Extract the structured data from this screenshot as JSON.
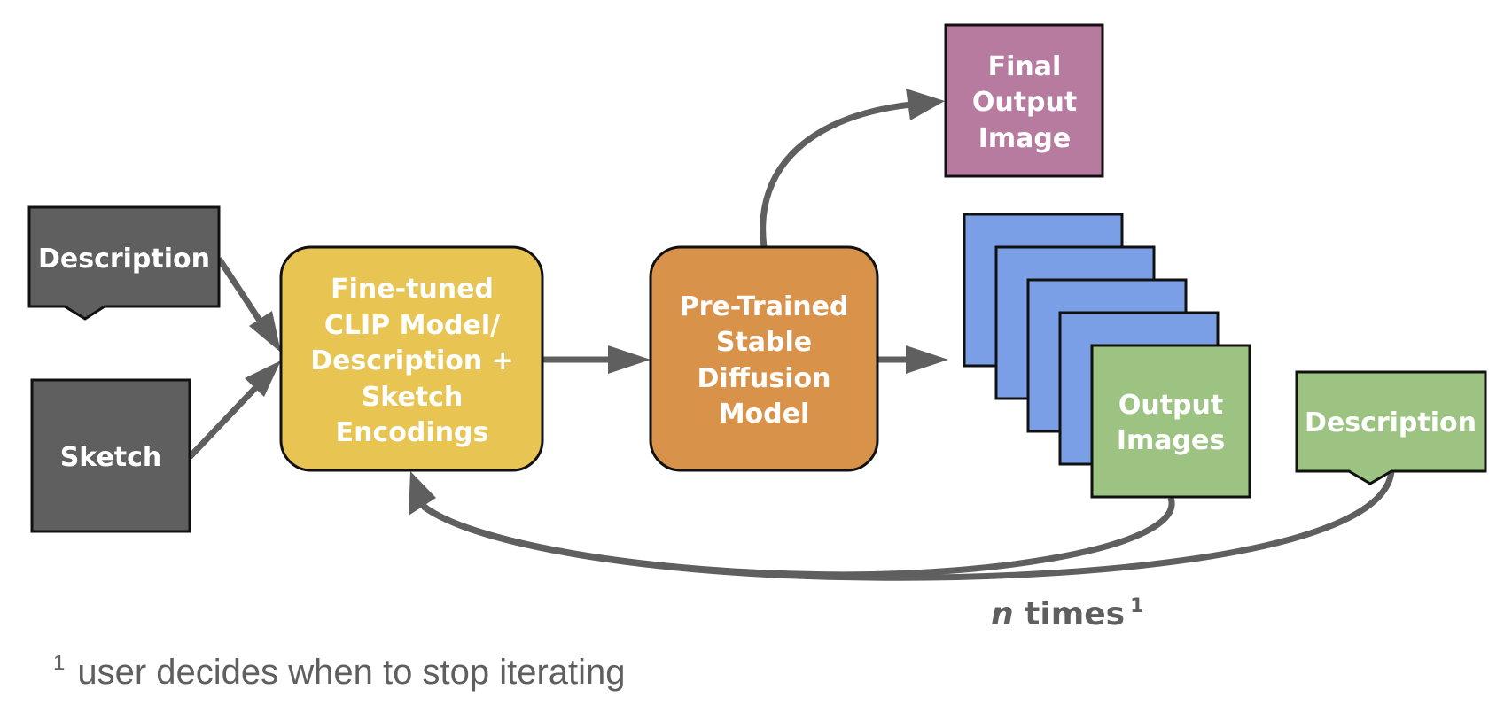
{
  "inputs": {
    "description": "Description",
    "sketch": "Sketch"
  },
  "clip_box": {
    "lines": [
      "Fine-tuned",
      "CLIP Model/",
      "Description +",
      "Sketch",
      "Encodings"
    ]
  },
  "diffusion_box": {
    "lines": [
      "Pre-Trained",
      "Stable",
      "Diffusion",
      "Model"
    ]
  },
  "final_box": {
    "lines": [
      "Final",
      "Output",
      "Image"
    ]
  },
  "output_images": {
    "lines": [
      "Output",
      "Images"
    ]
  },
  "feedback_description": "Description",
  "loop_label": {
    "variable": "n",
    "text": " times",
    "footnote_mark": "1"
  },
  "footnote": {
    "mark": "1",
    "text": "user decides when to stop iterating"
  },
  "colors": {
    "input_gray": "#5f5f5f",
    "clip_yellow": "#e8c453",
    "diffusion_orange": "#d9924a",
    "final_pink": "#b77b9f",
    "stack_blue": "#7b9fe6",
    "output_green": "#9dc383",
    "arrow": "#5f5f5f"
  }
}
